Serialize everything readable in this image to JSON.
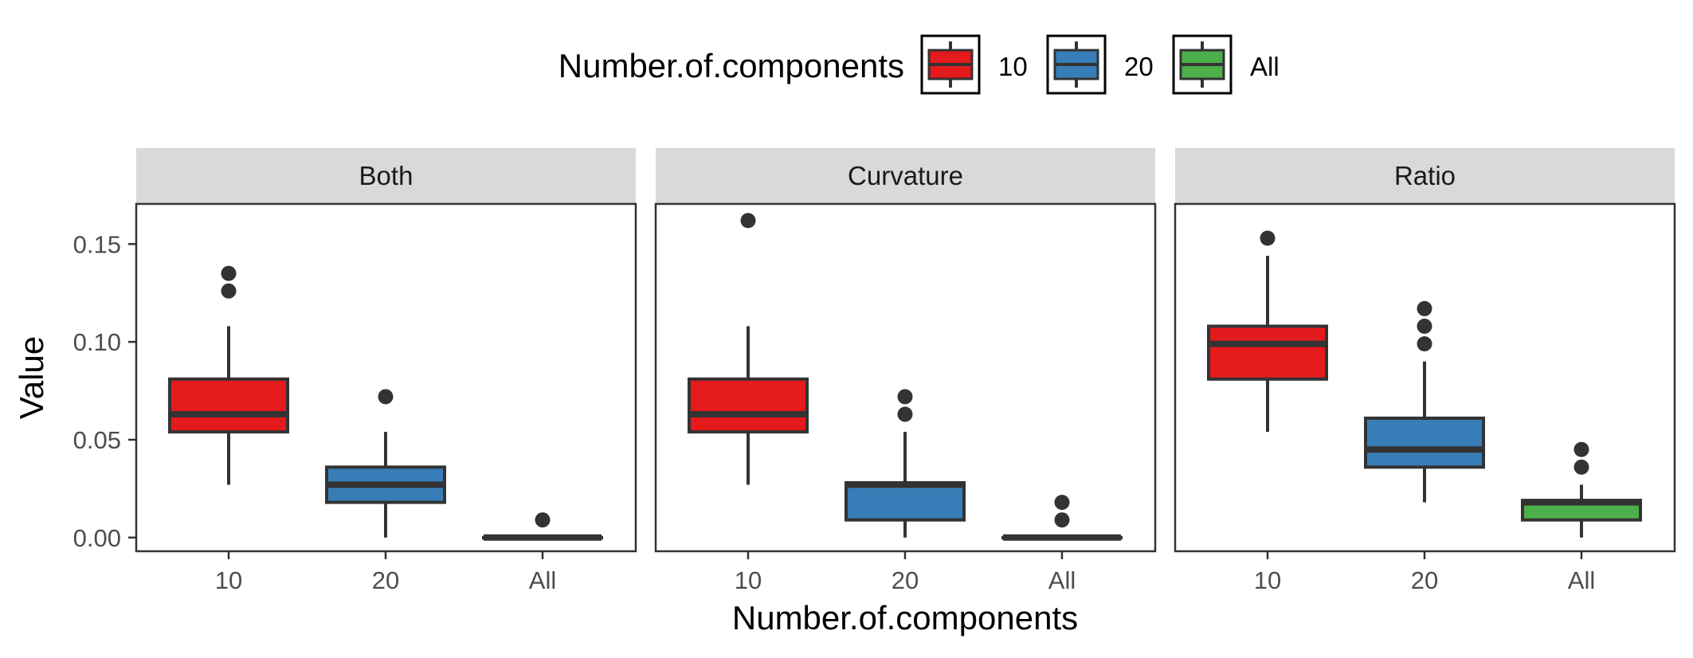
{
  "chart_data": {
    "type": "boxplot",
    "legend": {
      "title": "Number.of.components",
      "position": "top",
      "entries": [
        {
          "label": "10",
          "color": "#e41a1c"
        },
        {
          "label": "20",
          "color": "#377eb8"
        },
        {
          "label": "All",
          "color": "#4daf4a"
        }
      ]
    },
    "xlabel": "Number.of.components",
    "ylabel": "Value",
    "ylim": [
      -0.007,
      0.1705
    ],
    "yticks": [
      0.0,
      0.05,
      0.1,
      0.15
    ],
    "ytick_labels": [
      "0.00",
      "0.05",
      "0.10",
      "0.15"
    ],
    "categories": [
      "10",
      "20",
      "All"
    ],
    "panels": [
      {
        "title": "Both",
        "boxes": [
          {
            "category": "10",
            "whisker_low": 0.027,
            "q1": 0.054,
            "median": 0.063,
            "q3": 0.081,
            "whisker_high": 0.108,
            "outliers": [
              0.126,
              0.135
            ]
          },
          {
            "category": "20",
            "whisker_low": 0.0,
            "q1": 0.018,
            "median": 0.027,
            "q3": 0.036,
            "whisker_high": 0.054,
            "outliers": [
              0.072
            ]
          },
          {
            "category": "All",
            "whisker_low": 0.0,
            "q1": 0.0,
            "median": 0.0,
            "q3": 0.0,
            "whisker_high": 0.0,
            "outliers": [
              0.009
            ]
          }
        ]
      },
      {
        "title": "Curvature",
        "boxes": [
          {
            "category": "10",
            "whisker_low": 0.027,
            "q1": 0.054,
            "median": 0.063,
            "q3": 0.081,
            "whisker_high": 0.108,
            "outliers": [
              0.162
            ]
          },
          {
            "category": "20",
            "whisker_low": 0.0,
            "q1": 0.009,
            "median": 0.027,
            "q3": 0.028,
            "whisker_high": 0.054,
            "outliers": [
              0.063,
              0.072
            ]
          },
          {
            "category": "All",
            "whisker_low": 0.0,
            "q1": 0.0,
            "median": 0.0,
            "q3": 0.0,
            "whisker_high": 0.0,
            "outliers": [
              0.009,
              0.018
            ]
          }
        ]
      },
      {
        "title": "Ratio",
        "boxes": [
          {
            "category": "10",
            "whisker_low": 0.054,
            "q1": 0.081,
            "median": 0.099,
            "q3": 0.108,
            "whisker_high": 0.144,
            "outliers": [
              0.153
            ]
          },
          {
            "category": "20",
            "whisker_low": 0.018,
            "q1": 0.036,
            "median": 0.045,
            "q3": 0.061,
            "whisker_high": 0.09,
            "outliers": [
              0.099,
              0.108,
              0.117
            ]
          },
          {
            "category": "All",
            "whisker_low": 0.0,
            "q1": 0.009,
            "median": 0.018,
            "q3": 0.019,
            "whisker_high": 0.027,
            "outliers": [
              0.036,
              0.045
            ]
          }
        ]
      }
    ],
    "grid": false,
    "colors": {
      "panel_strip": "#d9d9d9",
      "box_outline": "#333333",
      "axis_text": "#4d4d4d",
      "title_text": "#000000"
    }
  }
}
